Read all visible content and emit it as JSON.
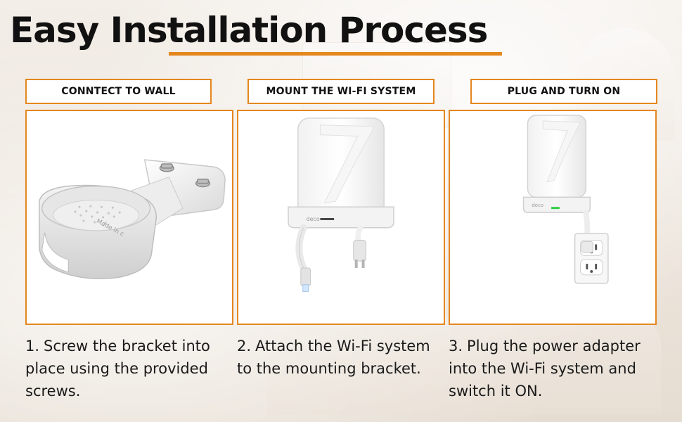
{
  "title": "Easy Installation Process",
  "accent_color": "#e4871f",
  "steps": [
    {
      "label": "CONNTECT TO WALL",
      "number": "1.",
      "description": "Screw the bracket into place using the provided screws.",
      "image_icon": "wall-bracket-icon"
    },
    {
      "label": "MOUNT THE WI-FI SYSTEM",
      "number": "2.",
      "description": "Attach the Wi-Fi system to the mounting bracket.",
      "image_icon": "wifi-unit-on-mount-icon"
    },
    {
      "label": "PLUG AND TURN ON",
      "number": "3.",
      "description": "Plug the power adapter into the Wi-Fi system and switch it ON.",
      "image_icon": "wifi-unit-plugged-outlet-icon"
    }
  ],
  "device_logo": "deco",
  "bracket_embossed_text": "Made in c"
}
